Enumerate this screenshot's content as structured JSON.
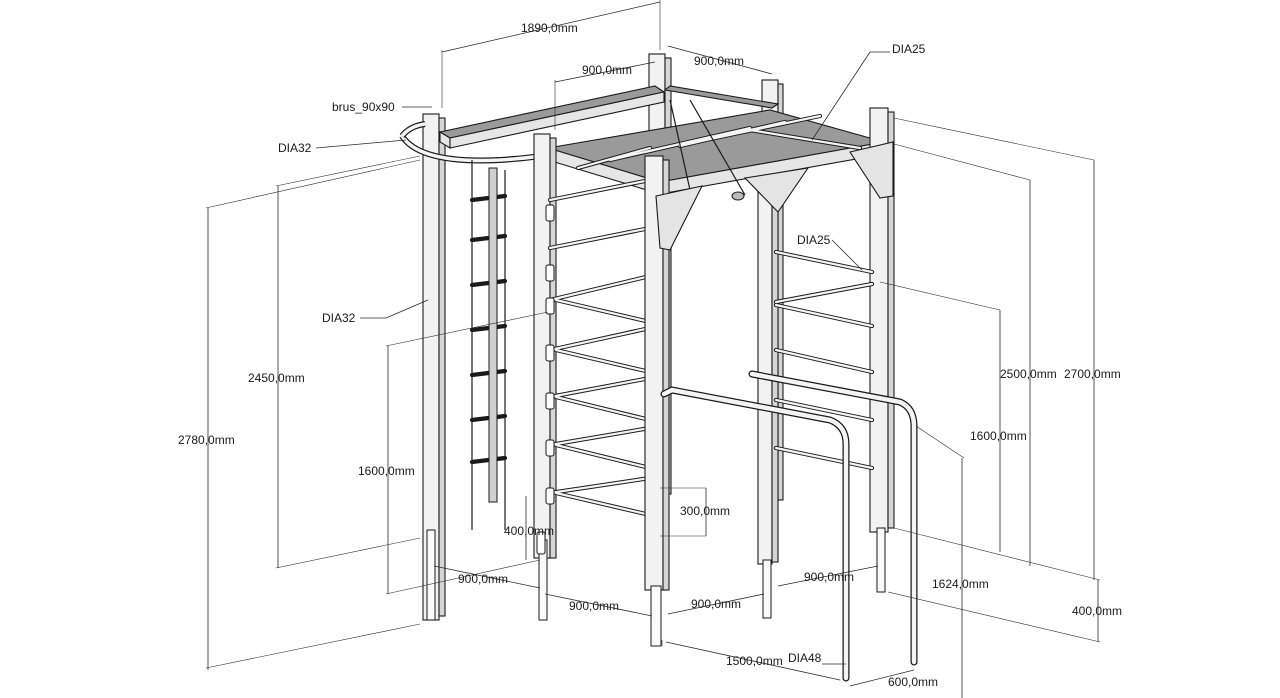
{
  "labels": {
    "overall_width": "1890,0mm",
    "top_bay_left": "900,0mm",
    "top_bay_right": "900,0mm",
    "dia25_top": "DIA25",
    "beam_section": "brus_90x90",
    "dia32_ring": "DIA32",
    "dia32_left": "DIA32",
    "height_2450": "2450,0mm",
    "height_2780": "2780,0mm",
    "dia25_right": "DIA25",
    "height_2500": "2500,0mm",
    "height_2700": "2700,0mm",
    "height_1600_right": "1600,0mm",
    "height_1600_left": "1600,0mm",
    "rung_spacing": "300,0mm",
    "rope_gap": "400,0mm",
    "base_left": "900,0mm",
    "base_front_left": "900,0mm",
    "base_front_mid": "900,0mm",
    "base_right": "900,0mm",
    "height_1624": "1624,0mm",
    "ground_depth": "400,0mm",
    "bar_length": "1500,0mm",
    "dia48": "DIA48",
    "bar_width": "600,0mm"
  }
}
